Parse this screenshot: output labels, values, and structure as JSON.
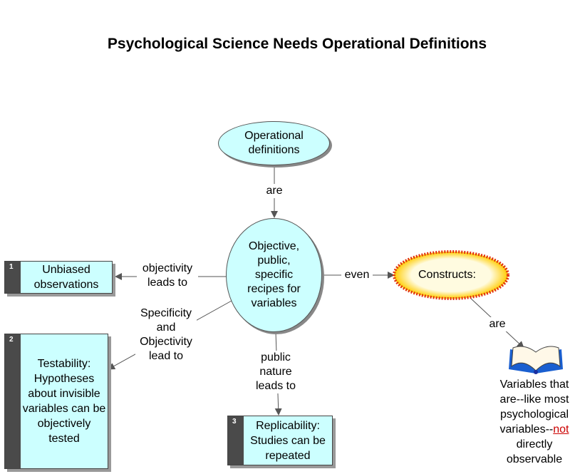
{
  "title": "Psychological Science Needs Operational Definitions",
  "nodes": {
    "operational_definitions": "Operational definitions",
    "recipes": "Objective, public, specific recipes for variables",
    "constructs": "Constructs:",
    "unbiased": {
      "number": "1",
      "text": "Unbiased observations"
    },
    "testability": {
      "number": "2",
      "text": "Testability: Hypotheses about invisible variables can be objectively tested"
    },
    "replicability": {
      "number": "3",
      "text": "Replicability: Studies can be repeated"
    },
    "final": {
      "before": "Variables that are--like most psychological variables--",
      "highlight": "not",
      "after": " directly observable"
    }
  },
  "edges": {
    "are1": "are",
    "objectivity": "objectivity leads to",
    "specificity": "Specificity and Objectivity lead to",
    "public": "public nature leads to",
    "even": "even",
    "are2": "are"
  },
  "colors": {
    "node_fill": "#ccffff",
    "box_side": "#4a4a4a",
    "highlight": "#cc0000"
  },
  "icons": [
    "open-book-icon",
    "cloud-icon"
  ]
}
